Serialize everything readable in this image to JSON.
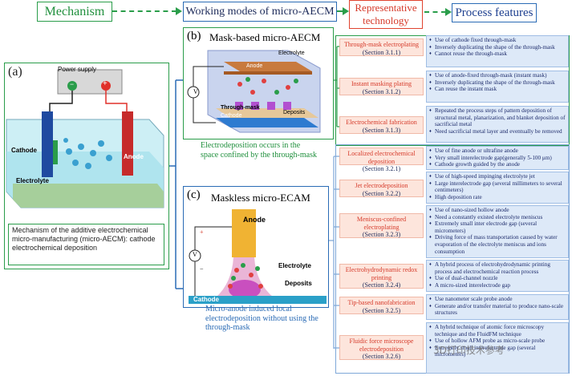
{
  "headers": {
    "mechanism": "Mechanism",
    "working_modes": "Working modes of micro-AECM",
    "representative_line1": "Representative",
    "representative_line2": "technology",
    "process_features": "Process features"
  },
  "panel_a": {
    "label": "(a)",
    "power_supply": "Power supply",
    "minus": "−",
    "plus": "+",
    "cathode": "Cathode",
    "anode": "Anode",
    "electrolyte": "Electrolyte",
    "caption": "Mechanism of the additive electrochemical micro-manufacturing (micro-AECM): cathode electrochemical deposition"
  },
  "panel_b": {
    "label": "(b)",
    "title": "Mask-based micro-AECM",
    "electrolyte": "Electrolyte",
    "anode": "Anode",
    "through_mask": "Through-mask",
    "cathode": "Cathode",
    "deposits": "Deposits",
    "v": "V",
    "caption": "Electrodeposition occurs in the space confined by the through-mask"
  },
  "panel_c": {
    "label": "(c)",
    "title": "Maskless micro-ECAM",
    "anode": "Anode",
    "electrolyte": "Electrolyte",
    "deposits": "Deposits",
    "cathode": "Cathode",
    "v": "V",
    "plus": "+",
    "minus": "−",
    "caption": "Micro-anode induced local electrodeposition without using the through-mask"
  },
  "technologies": [
    {
      "name": "Through-mask electroplating",
      "section": "(Section 3.1.1)",
      "features": [
        "Use of cathode fixed through-mask",
        "Inversely duplicating the shape of the through-mask",
        "Cannot reuse the through-mask"
      ]
    },
    {
      "name": "Instant masking plating",
      "section": "(Section 3.1.2)",
      "features": [
        "Use of anode-fixed through-mask (instant mask)",
        "Inversely duplicating the shape of the through-mask",
        "Can reuse the instant mask"
      ]
    },
    {
      "name": "Electrochemical fabrication",
      "section": "(Section 3.1.3)",
      "features": [
        "Repeated the process steps of pattern deposition of structural metal, planarization, and blanket deposition of sacrificial metal",
        "Need sacrificial metal layer and eventually be removed"
      ]
    },
    {
      "name": "Localized electrochemical deposition",
      "section": "(Section 3.2.1)",
      "features": [
        "Use of fine anode or ultrafine anode",
        "Very small interelectrode gap(generally 5-100 μm)",
        "Cathode growth guided by the anode"
      ]
    },
    {
      "name": "Jet electrodeposition",
      "section": "(Section 3.2.2)",
      "features": [
        "Use of high-speed impinging electrolyte jet",
        "Large interelectrode gap (several millimeters to several centimeters)",
        "High deposition rate"
      ]
    },
    {
      "name": "Meniscus-confined electroplating",
      "section": "(Section 3.2.3)",
      "features": [
        "Use of nano-sized hollow anode",
        "Need a constantly existed electrolyte meniscus",
        "Extremely small inter electrode gap (several micrometers)",
        "Driving force of mass transportation caused by water evaporation of the electrolyte meniscus and ions consumption"
      ]
    },
    {
      "name": "Electrohydrodynamic redox printing",
      "section": "(Section 3.2.4)",
      "features": [
        "A hybrid process of electrohydrodynamic printing process and electrochemical reaction process",
        "Use of dual-channel nozzle",
        "A micro-sized interelectrode gap"
      ]
    },
    {
      "name": "Tip-based nanofabrication",
      "section": "(Section 3.2.5)",
      "features": [
        "Use nanometer scale probe anode",
        "Generate and/or transfer material to produce nano-scale structures"
      ]
    },
    {
      "name": "Fluidic force microscope electrodeposition",
      "section": "(Section 3.2.6)",
      "features": [
        "A hybrid technique of atomic force microscopy technique and the FluidFM technique",
        "Use of hollow AFM probe as micro-scale probe",
        "Extremely small interelectrode gap (several micrometers)"
      ]
    }
  ],
  "watermark": "3D打印技术参考",
  "colors": {
    "green": "#2a9d4a",
    "blue": "#2a6bb5",
    "red": "#d63a2a",
    "tech_bg": "#fde5dc",
    "feat_bg": "#dde9f8"
  }
}
